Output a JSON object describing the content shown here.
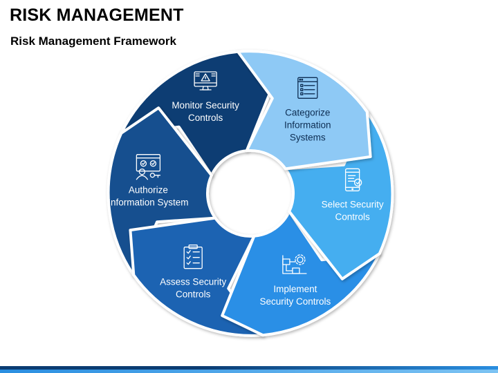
{
  "header": {
    "title": "RISK MANAGEMENT",
    "subtitle": "Risk Management Framework"
  },
  "steps": [
    {
      "lines": [
        "Monitor Security",
        "Controls"
      ],
      "icon": "monitor-alert-icon",
      "color": "#0c3e73",
      "text_color": "#ffffff"
    },
    {
      "lines": [
        "Categorize",
        "Information",
        "Systems"
      ],
      "icon": "list-window-icon",
      "color": "#8ec9f5",
      "text_color": "#0d2d52"
    },
    {
      "lines": [
        "Select Security",
        "Controls"
      ],
      "icon": "mobile-checklist-icon",
      "color": "#45aef0",
      "text_color": "#ffffff"
    },
    {
      "lines": [
        "Implement",
        "Security Controls"
      ],
      "icon": "gear-flowchart-icon",
      "color": "#2c8fe6",
      "text_color": "#ffffff"
    },
    {
      "lines": [
        "Assess Security",
        "Controls"
      ],
      "icon": "clipboard-checklist-icon",
      "color": "#1a64b2",
      "text_color": "#ffffff"
    },
    {
      "lines": [
        "Authorize",
        "Information System"
      ],
      "icon": "user-key-window-icon",
      "color": "#12508f",
      "text_color": "#ffffff"
    }
  ],
  "footer": {
    "colors": [
      "#0b3c72",
      "#2a8ee0",
      "#7cc3f3"
    ]
  }
}
